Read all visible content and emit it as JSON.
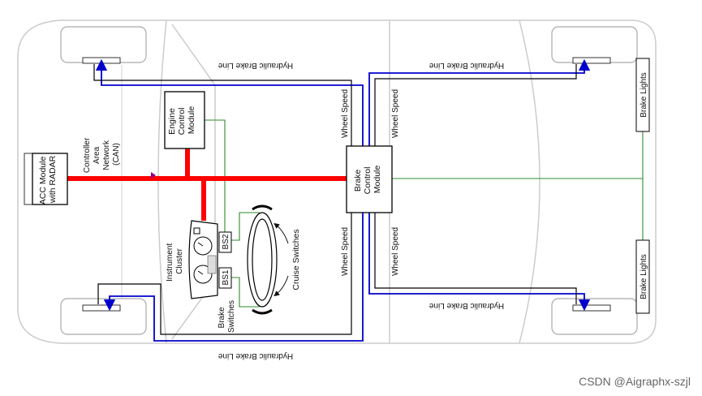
{
  "labels": {
    "acc_module": [
      "ACC Module",
      "with RADAR"
    ],
    "can": [
      "Controller",
      "Area",
      "Network",
      "(CAN)"
    ],
    "engine_control_module": [
      "Engine",
      "Control",
      "Module"
    ],
    "brake_control_module": [
      "Brake",
      "Control",
      "Module"
    ],
    "instrument_cluster": [
      "Instrument",
      "Cluster"
    ],
    "bs1": "BS1",
    "bs2": "BS2",
    "brake_switches": [
      "Brake",
      "Switches"
    ],
    "cruise_switches": "Cruise Switches",
    "brake_lights_top": "Brake Lights",
    "brake_lights_bottom": "Brake Lights",
    "hydraulic_brake_line": "Hydraulic Brake Line",
    "wheel_speed": "Wheel Speed"
  },
  "watermark": "CSDN @Aigraphx-szjl",
  "colors": {
    "can_bus": "#ff0000",
    "brake_line": "#0000cc",
    "signal_wire": "#2e8b2e",
    "wheel_speed_wire": "#000000",
    "car_outline": "#cccccc"
  }
}
